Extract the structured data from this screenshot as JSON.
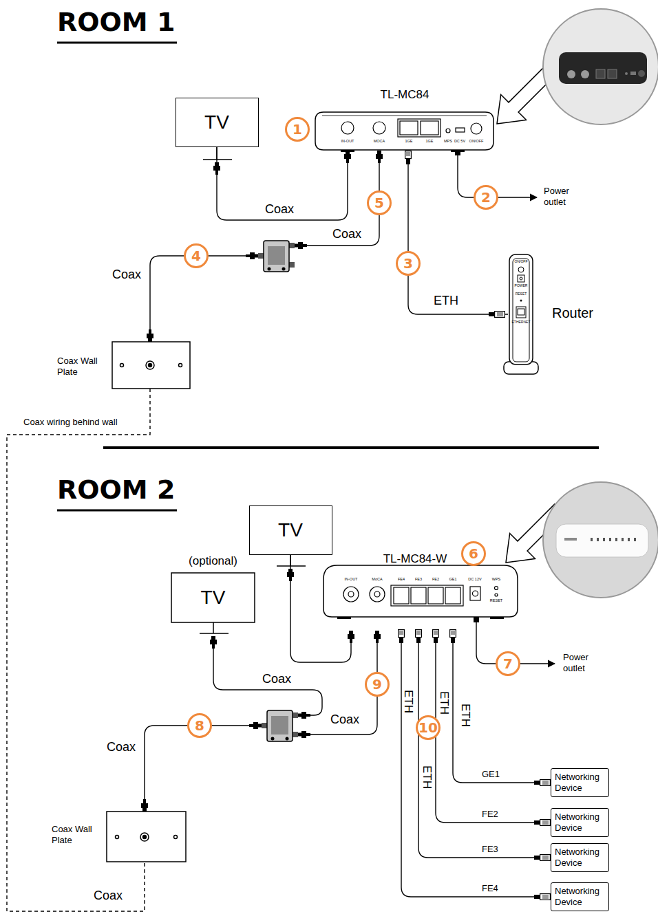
{
  "diagram": {
    "nodes": [
      {
        "text": [
          "TV"
        ]
      },
      {
        "text": [
          "TL-MC84",
          "IN-OUT",
          "MOCA",
          "1GE",
          "1GE",
          "MPS",
          "DC 5V",
          "ON/OFF"
        ]
      },
      {
        "text": [
          "Router",
          "ON/OFF",
          "POWER",
          "RESET",
          "ETHERNET"
        ]
      },
      {
        "text": [
          "Coax Wall Plate"
        ]
      },
      {
        "text": [
          "TV"
        ]
      },
      {
        "text": [
          "(optional)",
          "TV"
        ]
      },
      {
        "text": [
          "TL-MC84-W",
          "IN-OUT",
          "MoCA",
          "FE4",
          "FE3",
          "FE2",
          "GE1",
          "DC 12V",
          "WPS",
          "RESET"
        ]
      },
      {
        "text": [
          "Coax Wall Plate"
        ]
      },
      {
        "text": [
          "Networking Device"
        ]
      },
      {
        "text": [
          "Networking Device"
        ]
      },
      {
        "text": [
          "Networking Device"
        ]
      },
      {
        "text": [
          "Networking Device"
        ]
      }
    ],
    "edges": [
      {
        "from": 0,
        "to": 1,
        "label": "Coax",
        "arrow": "none"
      },
      {
        "from": 1,
        "to": 2,
        "label": "ETH",
        "arrow": "none"
      },
      {
        "from": 3,
        "to": 7,
        "label": "Coax wiring behind wall",
        "arrow": "none"
      },
      {
        "from": 4,
        "to": 6,
        "arrow": "none"
      },
      {
        "from": 6,
        "to": 8,
        "label": "ETH",
        "arrow": "none"
      },
      {
        "from": 6,
        "to": 9,
        "label": "ETH",
        "arrow": "none"
      },
      {
        "from": 6,
        "to": 10,
        "label": "ETH",
        "arrow": "none"
      },
      {
        "from": 6,
        "to": 11,
        "label": "ETH",
        "arrow": "none"
      }
    ],
    "labels": [
      "ROOM 1",
      "1",
      "2",
      "Power outlet",
      "3",
      "4",
      "5",
      "Coax",
      "Coax",
      "ROOM 2",
      "6",
      "7",
      "8",
      "9",
      "10",
      "Coax",
      "Coax",
      "Coax",
      "Power outlet",
      "GE1",
      "FE2",
      "FE3",
      "FE4",
      "Coax"
    ]
  }
}
